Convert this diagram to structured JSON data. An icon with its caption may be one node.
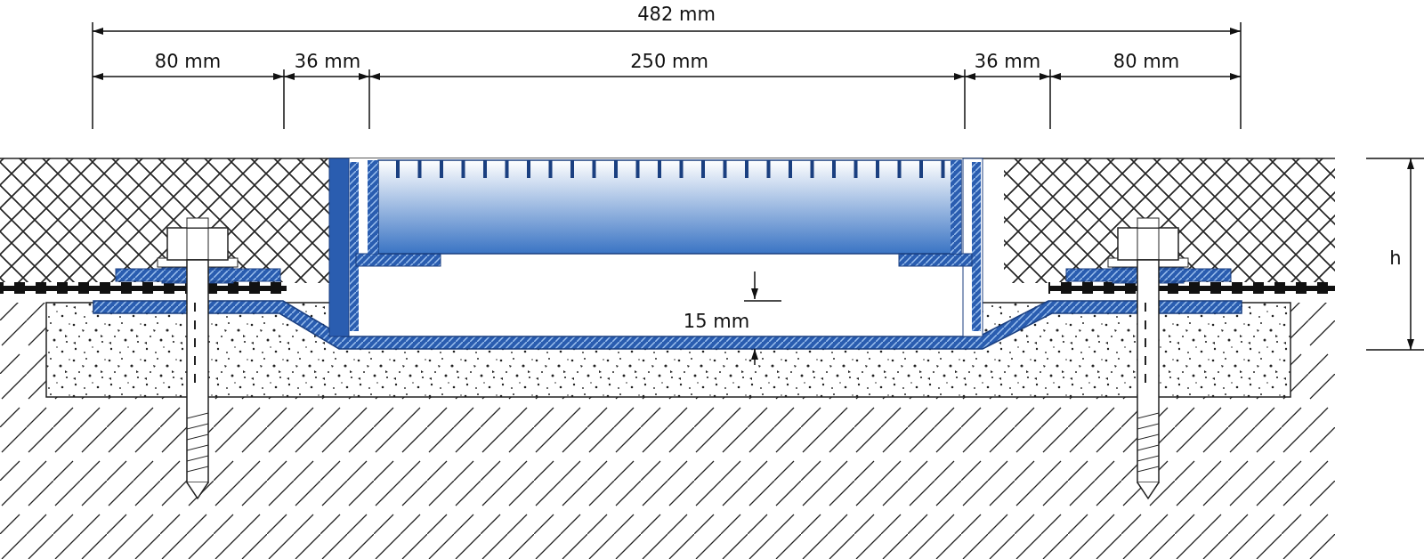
{
  "diagram": {
    "labels": [
      "482 mm",
      "80 mm",
      "36 mm",
      "250 mm",
      "36 mm",
      "80 mm",
      "15 mm",
      "h"
    ]
  }
}
